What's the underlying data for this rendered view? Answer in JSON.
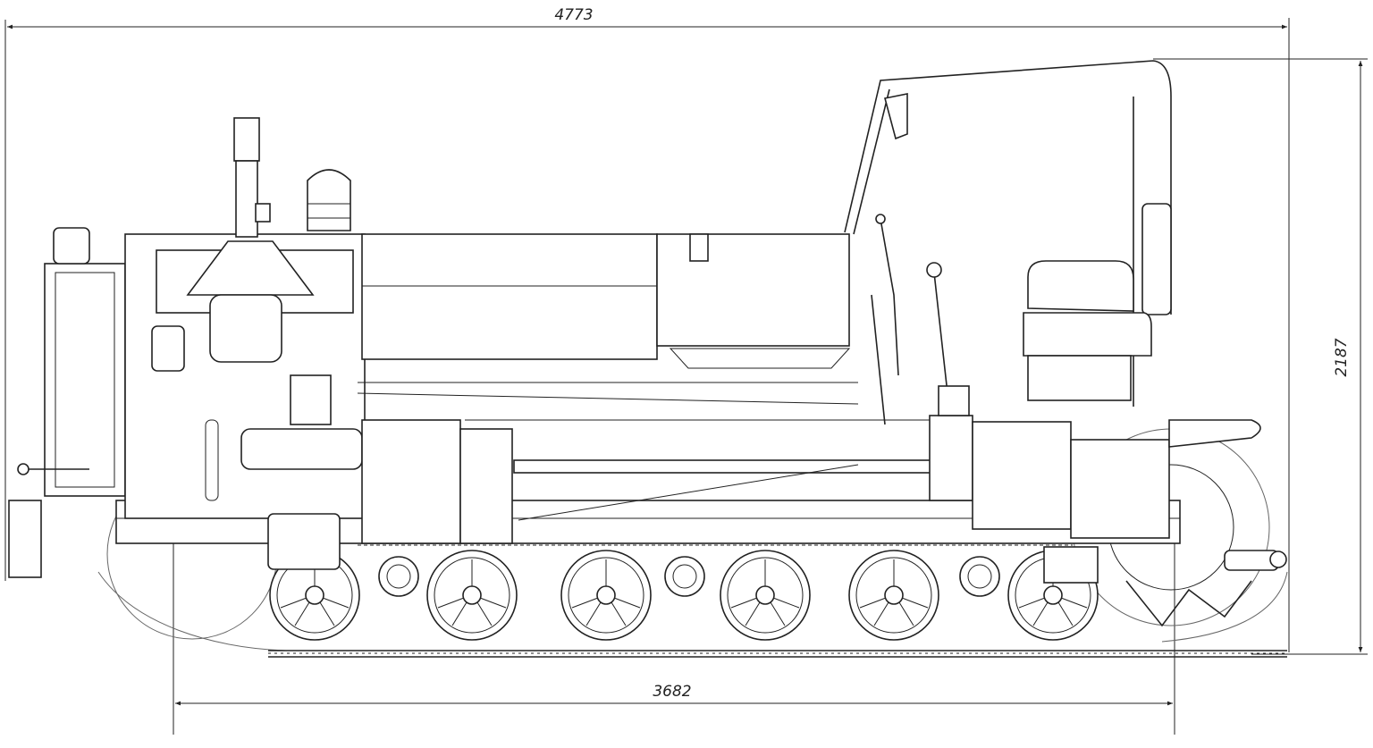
{
  "dimensions": {
    "overall_length": "4773",
    "height": "2187",
    "track_base": "3682"
  },
  "colors": {
    "ink": "#222222",
    "paper": "#ffffff"
  }
}
